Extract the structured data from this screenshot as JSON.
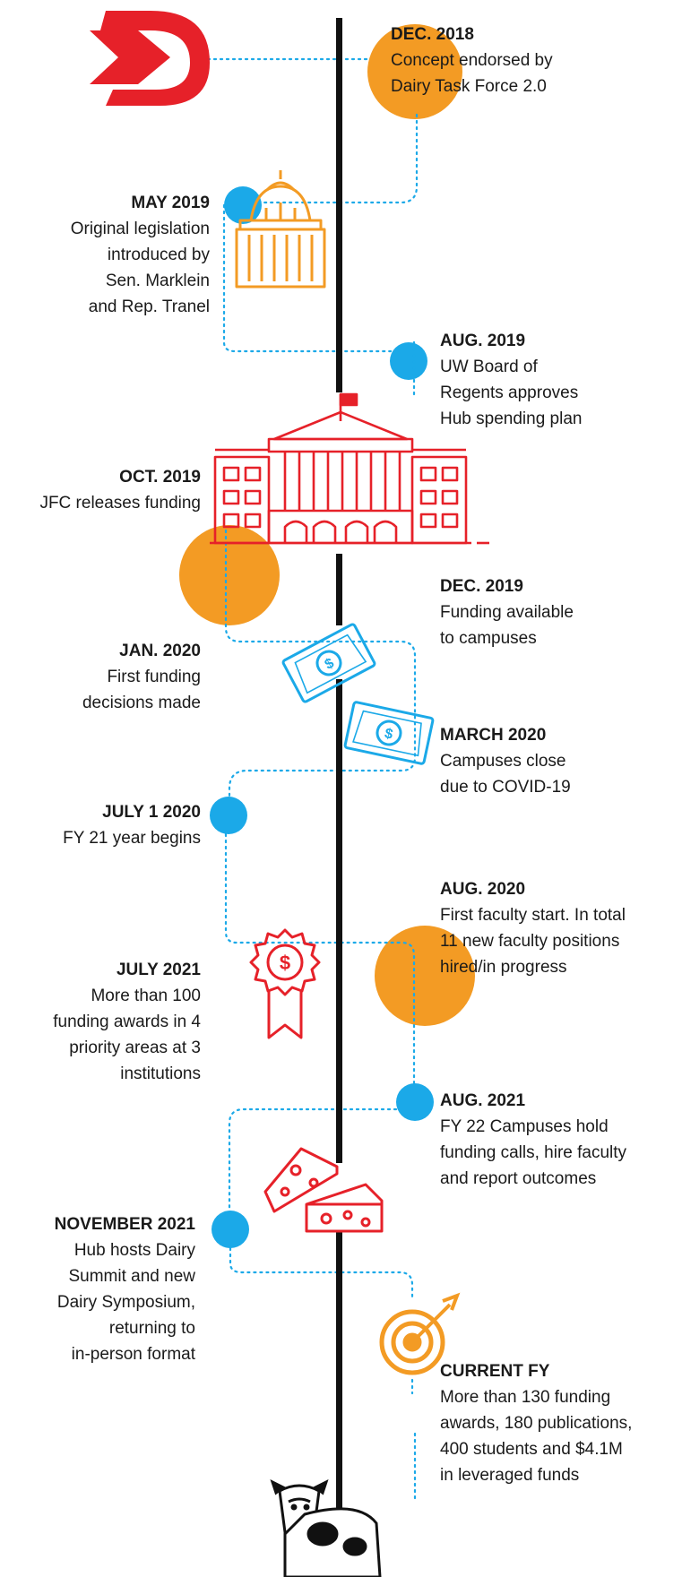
{
  "colors": {
    "orange": "#F39B24",
    "blue": "#1BA9E8",
    "red": "#E62129",
    "spine": "#111111",
    "text": "#1a1a1a"
  },
  "icons": [
    "logo-d-arrow-icon",
    "capitol-dome-icon",
    "capitol-building-icon",
    "dollar-bill-icon",
    "award-ribbon-icon",
    "cheese-icon",
    "target-arrow-icon",
    "cow-icon"
  ],
  "timeline": [
    {
      "date": "DEC. 2018",
      "text": "Concept endorsed by\nDairy Task Force 2.0"
    },
    {
      "date": "MAY 2019",
      "text": "Original legislation\nintroduced by\nSen. Marklein\nand Rep. Tranel"
    },
    {
      "date": "AUG. 2019",
      "text": "UW Board of\nRegents approves\nHub spending plan"
    },
    {
      "date": "OCT. 2019",
      "text": "JFC releases funding"
    },
    {
      "date": "DEC. 2019",
      "text": "Funding available\nto campuses"
    },
    {
      "date": "JAN. 2020",
      "text": "First funding\ndecisions made"
    },
    {
      "date": "MARCH 2020",
      "text": "Campuses close\ndue to COVID-19"
    },
    {
      "date": "JULY 1 2020",
      "text": "FY 21 year begins"
    },
    {
      "date": "AUG. 2020",
      "text": "First faculty start. In total\n11 new faculty positions\nhired/in progress"
    },
    {
      "date": "JULY 2021",
      "text": "More than 100\nfunding awards in 4\npriority areas at 3\ninstitutions"
    },
    {
      "date": "AUG. 2021",
      "text": "FY 22 Campuses hold\nfunding calls, hire faculty\nand report outcomes"
    },
    {
      "date": "NOVEMBER 2021",
      "text": "Hub hosts Dairy\nSummit and new\nDairy Symposium,\nreturning to\nin-person format"
    },
    {
      "date": "CURRENT FY",
      "text": "More than 130 funding\nawards, 180 publications,\n400 students and $4.1M\nin leveraged funds"
    }
  ]
}
